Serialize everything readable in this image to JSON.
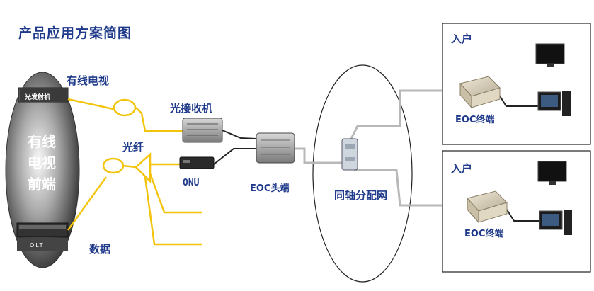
{
  "title": "产品应用方案简图",
  "headend": {
    "label": "有线电视前端",
    "transmitter_label": "光发射机",
    "olt_label": "OLT"
  },
  "labels": {
    "catv": "有线电视",
    "fiber": "光纤",
    "data": "数据",
    "optical_receiver": "光接收机",
    "onu": "ONU",
    "eoc_head": "EOC头端",
    "coax_network": "同轴分配网"
  },
  "homes": [
    {
      "label": "入户",
      "terminal_label": "EOC终端"
    },
    {
      "label": "入户",
      "terminal_label": "EOC终端"
    }
  ],
  "colors": {
    "fiber_line": "#f2c40c",
    "coax_line": "#b8b8b8",
    "ethernet_line": "#222222",
    "label_text": "#1f3a8a"
  }
}
